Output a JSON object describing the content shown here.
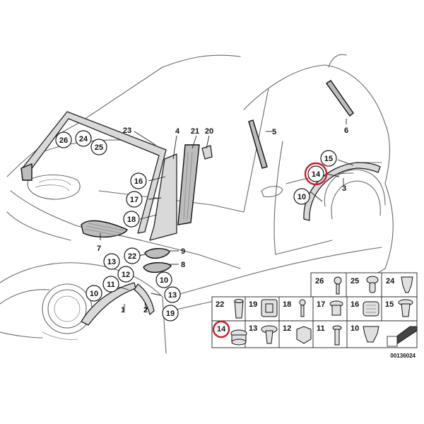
{
  "diagram": {
    "document_number": "00136024",
    "callouts": {
      "c26": "26",
      "c24": "24",
      "c25": "25",
      "c23": "23",
      "c4": "4",
      "c21": "21",
      "c20": "20",
      "c16": "16",
      "c17": "17",
      "c18": "18",
      "c7": "7",
      "c22": "22",
      "c9": "9",
      "c8": "8",
      "c13a": "13",
      "c12a": "12",
      "c11a": "11",
      "c10a": "10",
      "c1": "1",
      "c2": "2",
      "c10b": "10",
      "c13b": "13",
      "c19": "19",
      "c5": "5",
      "c6": "6",
      "c15": "15",
      "c14": "14",
      "c3": "3",
      "c10c": "10"
    },
    "grid": {
      "row1": [
        "26",
        "25",
        "24"
      ],
      "row2": [
        "22",
        "19",
        "18",
        "17",
        "16",
        "15"
      ],
      "row3": [
        "14",
        "13",
        "12",
        "11",
        "10"
      ]
    },
    "highlight_color": "#c8202a"
  }
}
